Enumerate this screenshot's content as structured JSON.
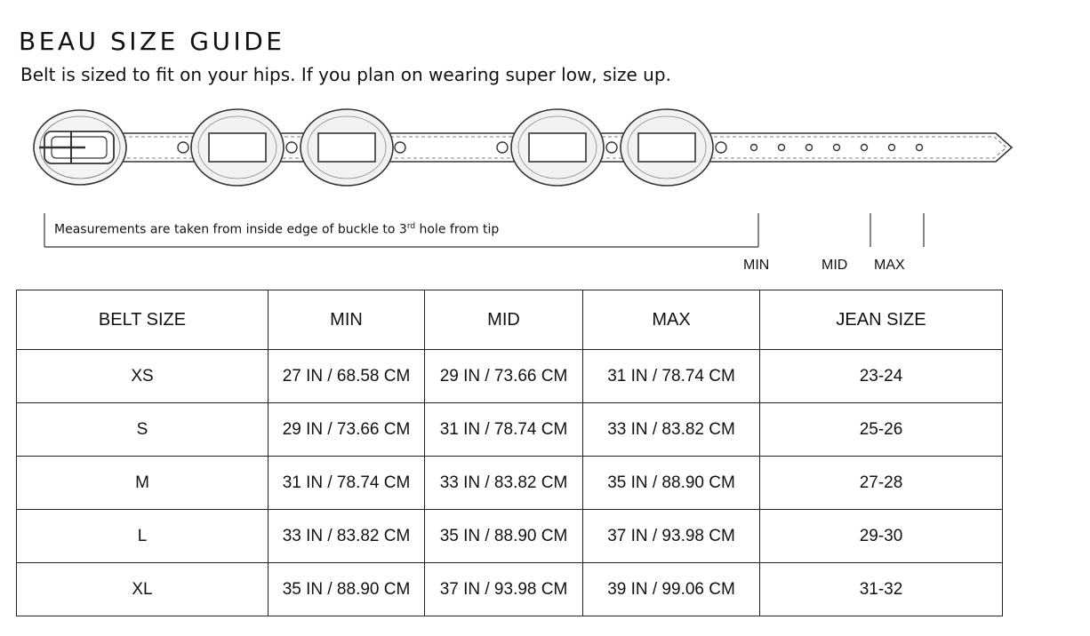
{
  "header": {
    "title": "BEAU SIZE GUIDE",
    "subtitle": "Belt is sized to fit on your hips. If you plan on wearing super low, size up."
  },
  "measurement": {
    "note_main": "Measurements are taken from inside edge of buckle to 3",
    "note_sup": "rd",
    "note_end": " hole from tip",
    "labels": {
      "min": "MIN",
      "mid": "MID",
      "max": "MAX"
    }
  },
  "table": {
    "headers": [
      "BELT SIZE",
      "MIN",
      "MID",
      "MAX",
      "JEAN SIZE"
    ],
    "rows": [
      [
        "XS",
        "27 IN / 68.58 CM",
        "29 IN / 73.66 CM",
        "31 IN / 78.74 CM",
        "23-24"
      ],
      [
        "S",
        "29 IN / 73.66 CM",
        "31 IN / 78.74 CM",
        "33 IN / 83.82 CM",
        "25-26"
      ],
      [
        "M",
        "31 IN / 78.74 CM",
        "33 IN / 83.82 CM",
        "35 IN / 88.90 CM",
        "27-28"
      ],
      [
        "L",
        "33 IN / 83.82 CM",
        "35 IN / 88.90 CM",
        "37 IN / 93.98 CM",
        "29-30"
      ],
      [
        "XL",
        "35 IN / 88.90 CM",
        "37 IN / 93.98 CM",
        "39 IN / 99.06 CM",
        "31-32"
      ]
    ]
  },
  "colors": {
    "ink": "#1a1a1a",
    "line": "#222222",
    "background": "#ffffff"
  }
}
